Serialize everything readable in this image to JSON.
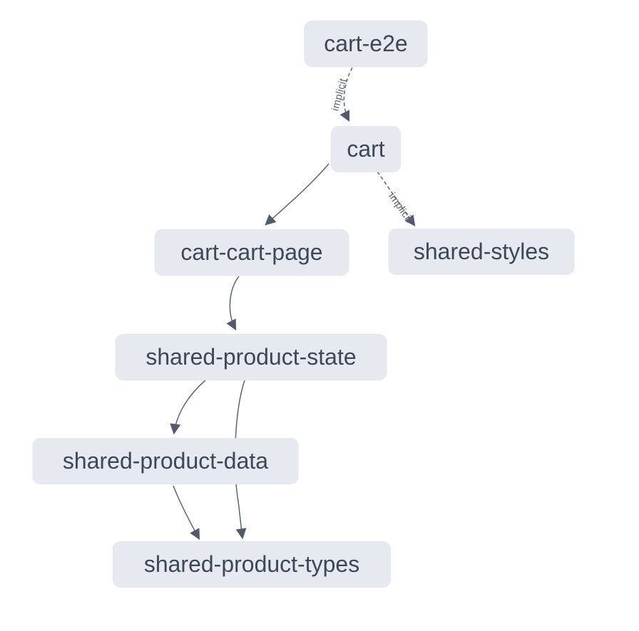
{
  "graph": {
    "nodes": [
      {
        "id": "cart-e2e",
        "label": "cart-e2e"
      },
      {
        "id": "cart",
        "label": "cart"
      },
      {
        "id": "cart-cart-page",
        "label": "cart-cart-page"
      },
      {
        "id": "shared-styles",
        "label": "shared-styles"
      },
      {
        "id": "shared-product-state",
        "label": "shared-product-state"
      },
      {
        "id": "shared-product-data",
        "label": "shared-product-data"
      },
      {
        "id": "shared-product-types",
        "label": "shared-product-types"
      }
    ],
    "edges": [
      {
        "from": "cart-e2e",
        "to": "cart",
        "type": "implicit",
        "label": "implicit",
        "style": "dashed"
      },
      {
        "from": "cart",
        "to": "cart-cart-page",
        "type": "static",
        "label": "",
        "style": "solid"
      },
      {
        "from": "cart",
        "to": "shared-styles",
        "type": "implicit",
        "label": "implicit",
        "style": "dashed"
      },
      {
        "from": "cart-cart-page",
        "to": "shared-product-state",
        "type": "static",
        "label": "",
        "style": "solid"
      },
      {
        "from": "shared-product-state",
        "to": "shared-product-data",
        "type": "static",
        "label": "",
        "style": "solid"
      },
      {
        "from": "shared-product-state",
        "to": "shared-product-types",
        "type": "static",
        "label": "",
        "style": "solid"
      },
      {
        "from": "shared-product-data",
        "to": "shared-product-types",
        "type": "static",
        "label": "",
        "style": "solid"
      }
    ],
    "colors": {
      "background": "#ffffff",
      "node_fill": "#e6e9f0",
      "node_text": "#3d4757",
      "edge": "#5c6575",
      "edge_label": "#5c6575"
    }
  }
}
